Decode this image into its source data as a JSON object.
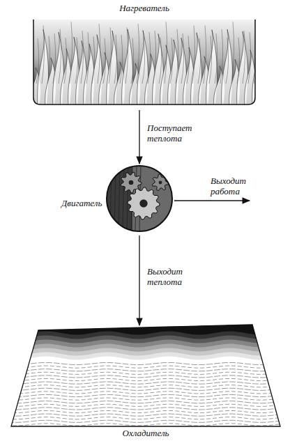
{
  "diagram": {
    "nodes": [
      {
        "text": [
          "Нагреватель"
        ]
      },
      {
        "text": [
          "Двигатель"
        ]
      },
      {
        "text": [
          "Охладитель"
        ]
      }
    ],
    "edges": [
      {
        "from": 0,
        "to": 1,
        "arrow": "to",
        "label": "Поступает теплота"
      },
      {
        "from": 1,
        "to": 2,
        "arrow": "to",
        "label": "Выходит теплота"
      }
    ],
    "labels": [
      "Выходит работа"
    ]
  }
}
